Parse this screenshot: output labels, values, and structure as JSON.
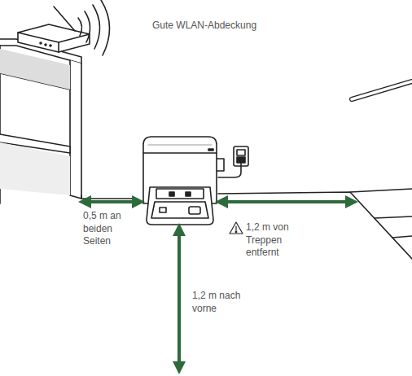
{
  "diagram": {
    "labels": [
      "Gute WLAN-Abdeckung",
      "0,5 m an beiden Seiten",
      "1,2 m von Treppen entfernt",
      "1,2 m nach vorne"
    ]
  }
}
